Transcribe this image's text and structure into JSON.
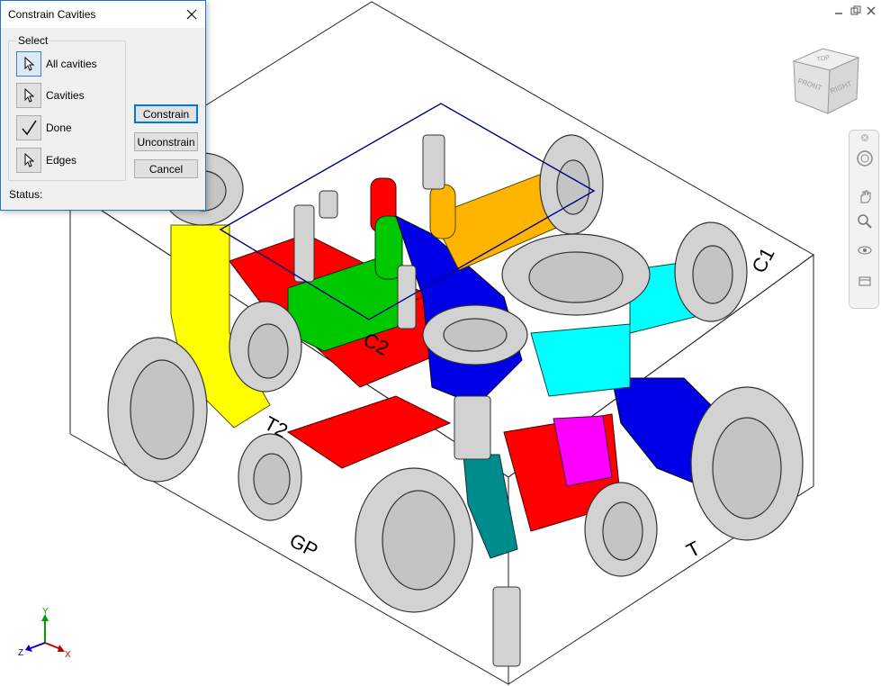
{
  "dialog": {
    "title": "Constrain Cavities",
    "group_label": "Select",
    "tools": [
      {
        "label": "All cavities",
        "icon": "arrow-pointer-icon"
      },
      {
        "label": "Cavities",
        "icon": "arrow-pointer-icon"
      },
      {
        "label": "Done",
        "icon": "checkmark-icon"
      },
      {
        "label": "Edges",
        "icon": "arrow-pointer-icon"
      }
    ],
    "buttons": {
      "constrain": "Constrain",
      "unconstrain": "Unconstrain",
      "cancel": "Cancel"
    },
    "status_label": "Status:"
  },
  "model_labels": {
    "c2": "C2",
    "c1": "C1",
    "t2": "T2",
    "gp": "GP",
    "t": "T"
  },
  "viewcube": {
    "top": "TOP",
    "front": "FRONT",
    "right": "RIGHT"
  },
  "axes": {
    "x": "X",
    "y": "Y",
    "z": "Z"
  },
  "colors": {
    "accent": "#0078d7",
    "red": "#ff0000",
    "yellow": "#ffff00",
    "green": "#00c800",
    "blue": "#0000e6",
    "orange": "#ffb400",
    "cyan": "#00ffff",
    "magenta": "#ff00ff",
    "teal": "#008c8c",
    "gray": "#d2d2d2",
    "selection": "#000080"
  }
}
